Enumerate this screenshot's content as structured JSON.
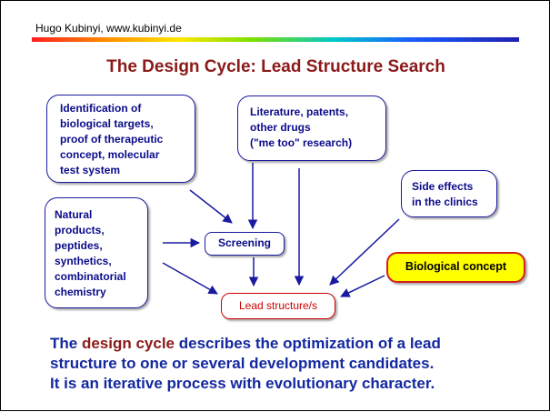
{
  "header": {
    "author": "Hugo Kubinyi, www.kubinyi.de"
  },
  "title": "The Design Cycle: Lead Structure Search",
  "boxes": {
    "targets": [
      "Identification of",
      "biological targets,",
      "proof of therapeutic",
      "concept, molecular",
      "test system"
    ],
    "literature": [
      "Literature, patents,",
      "other drugs",
      "(\"me too\" research)"
    ],
    "side_effects": [
      "Side effects",
      "in the clinics"
    ],
    "natural": [
      "Natural",
      "products,",
      "peptides,",
      "synthetics,",
      "combinatorial",
      "chemistry"
    ],
    "screening": "Screening",
    "lead": "Lead structure/s",
    "biological": "Biological concept"
  },
  "footer": {
    "line1_start": "The ",
    "line1_highlight": "design cycle",
    "line1_end": " describes the optimization of a lead",
    "line2": "structure to one or several development candidates.",
    "line3": "It is an iterative process with evolutionary character."
  },
  "colors": {
    "title": "#8b1a1a",
    "box_text": "#0b0b8a",
    "lead": "#cc0000",
    "biological_fill": "#ffff00",
    "footer": "#1428a0"
  }
}
